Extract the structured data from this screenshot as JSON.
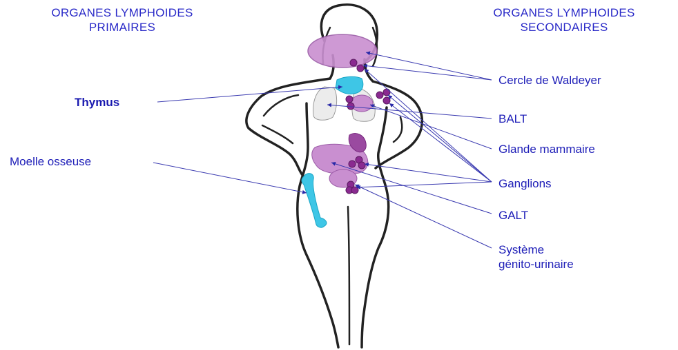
{
  "headings": {
    "left": [
      "ORGANES LYMPHOIDES",
      "PRIMAIRES"
    ],
    "right": [
      "ORGANES LYMPHOIDES",
      "SECONDAIRES"
    ]
  },
  "labels": {
    "thymus": "Thymus",
    "moelle": "Moelle osseuse",
    "waldeyer": "Cercle de Waldeyer",
    "balt": "BALT",
    "mammaire": "Glande mammaire",
    "ganglions": "Ganglions",
    "galt": "GALT",
    "genito": [
      "Système",
      "génito-urinaire"
    ]
  },
  "colors": {
    "text": "#2020b8",
    "leader": "#3a3ab0",
    "lymphoid_tissue": "#c98fd0",
    "ganglion": "#8a2a90",
    "thymus_bone": "#3ec6e6",
    "body_outline": "#222222"
  }
}
